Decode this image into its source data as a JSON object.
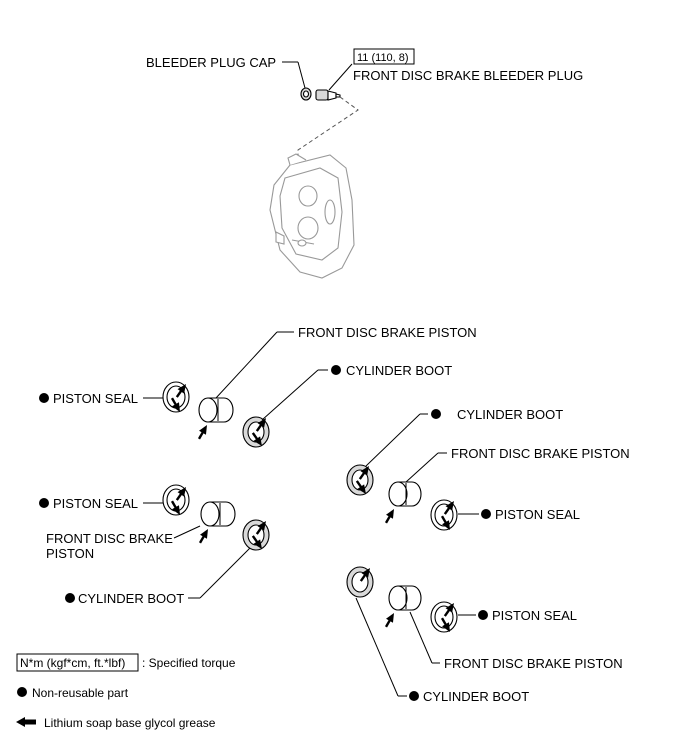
{
  "labels": {
    "bleeder_plug_cap": "BLEEDER PLUG CAP",
    "torque_value": "11 (110, 8)",
    "bleeder_plug": "FRONT DISC BRAKE BLEEDER PLUG",
    "piston_top": "FRONT DISC BRAKE PISTON",
    "cylinder_boot_top": "CYLINDER BOOT",
    "piston_seal_1": "PISTON SEAL",
    "cylinder_boot_right1": "CYLINDER BOOT",
    "piston_right1": "FRONT DISC BRAKE PISTON",
    "piston_seal_2": "PISTON SEAL",
    "piston_seal_right1": "PISTON SEAL",
    "piston_left2_line1": "FRONT DISC BRAKE",
    "piston_left2_line2": "PISTON",
    "cylinder_boot_left2": "CYLINDER BOOT",
    "piston_seal_right2": "PISTON SEAL",
    "piston_right2": "FRONT DISC BRAKE PISTON",
    "cylinder_boot_right2": "CYLINDER BOOT"
  },
  "legend": {
    "torque_unit": "N*m (kgf*cm, ft.*lbf)",
    "torque_desc": ": Specified torque",
    "non_reusable": "Non-reusable part",
    "grease": "Lithium soap base glycol grease"
  },
  "colors": {
    "line": "#000000",
    "caliper": "#999999",
    "fill": "#d9d9d9"
  }
}
